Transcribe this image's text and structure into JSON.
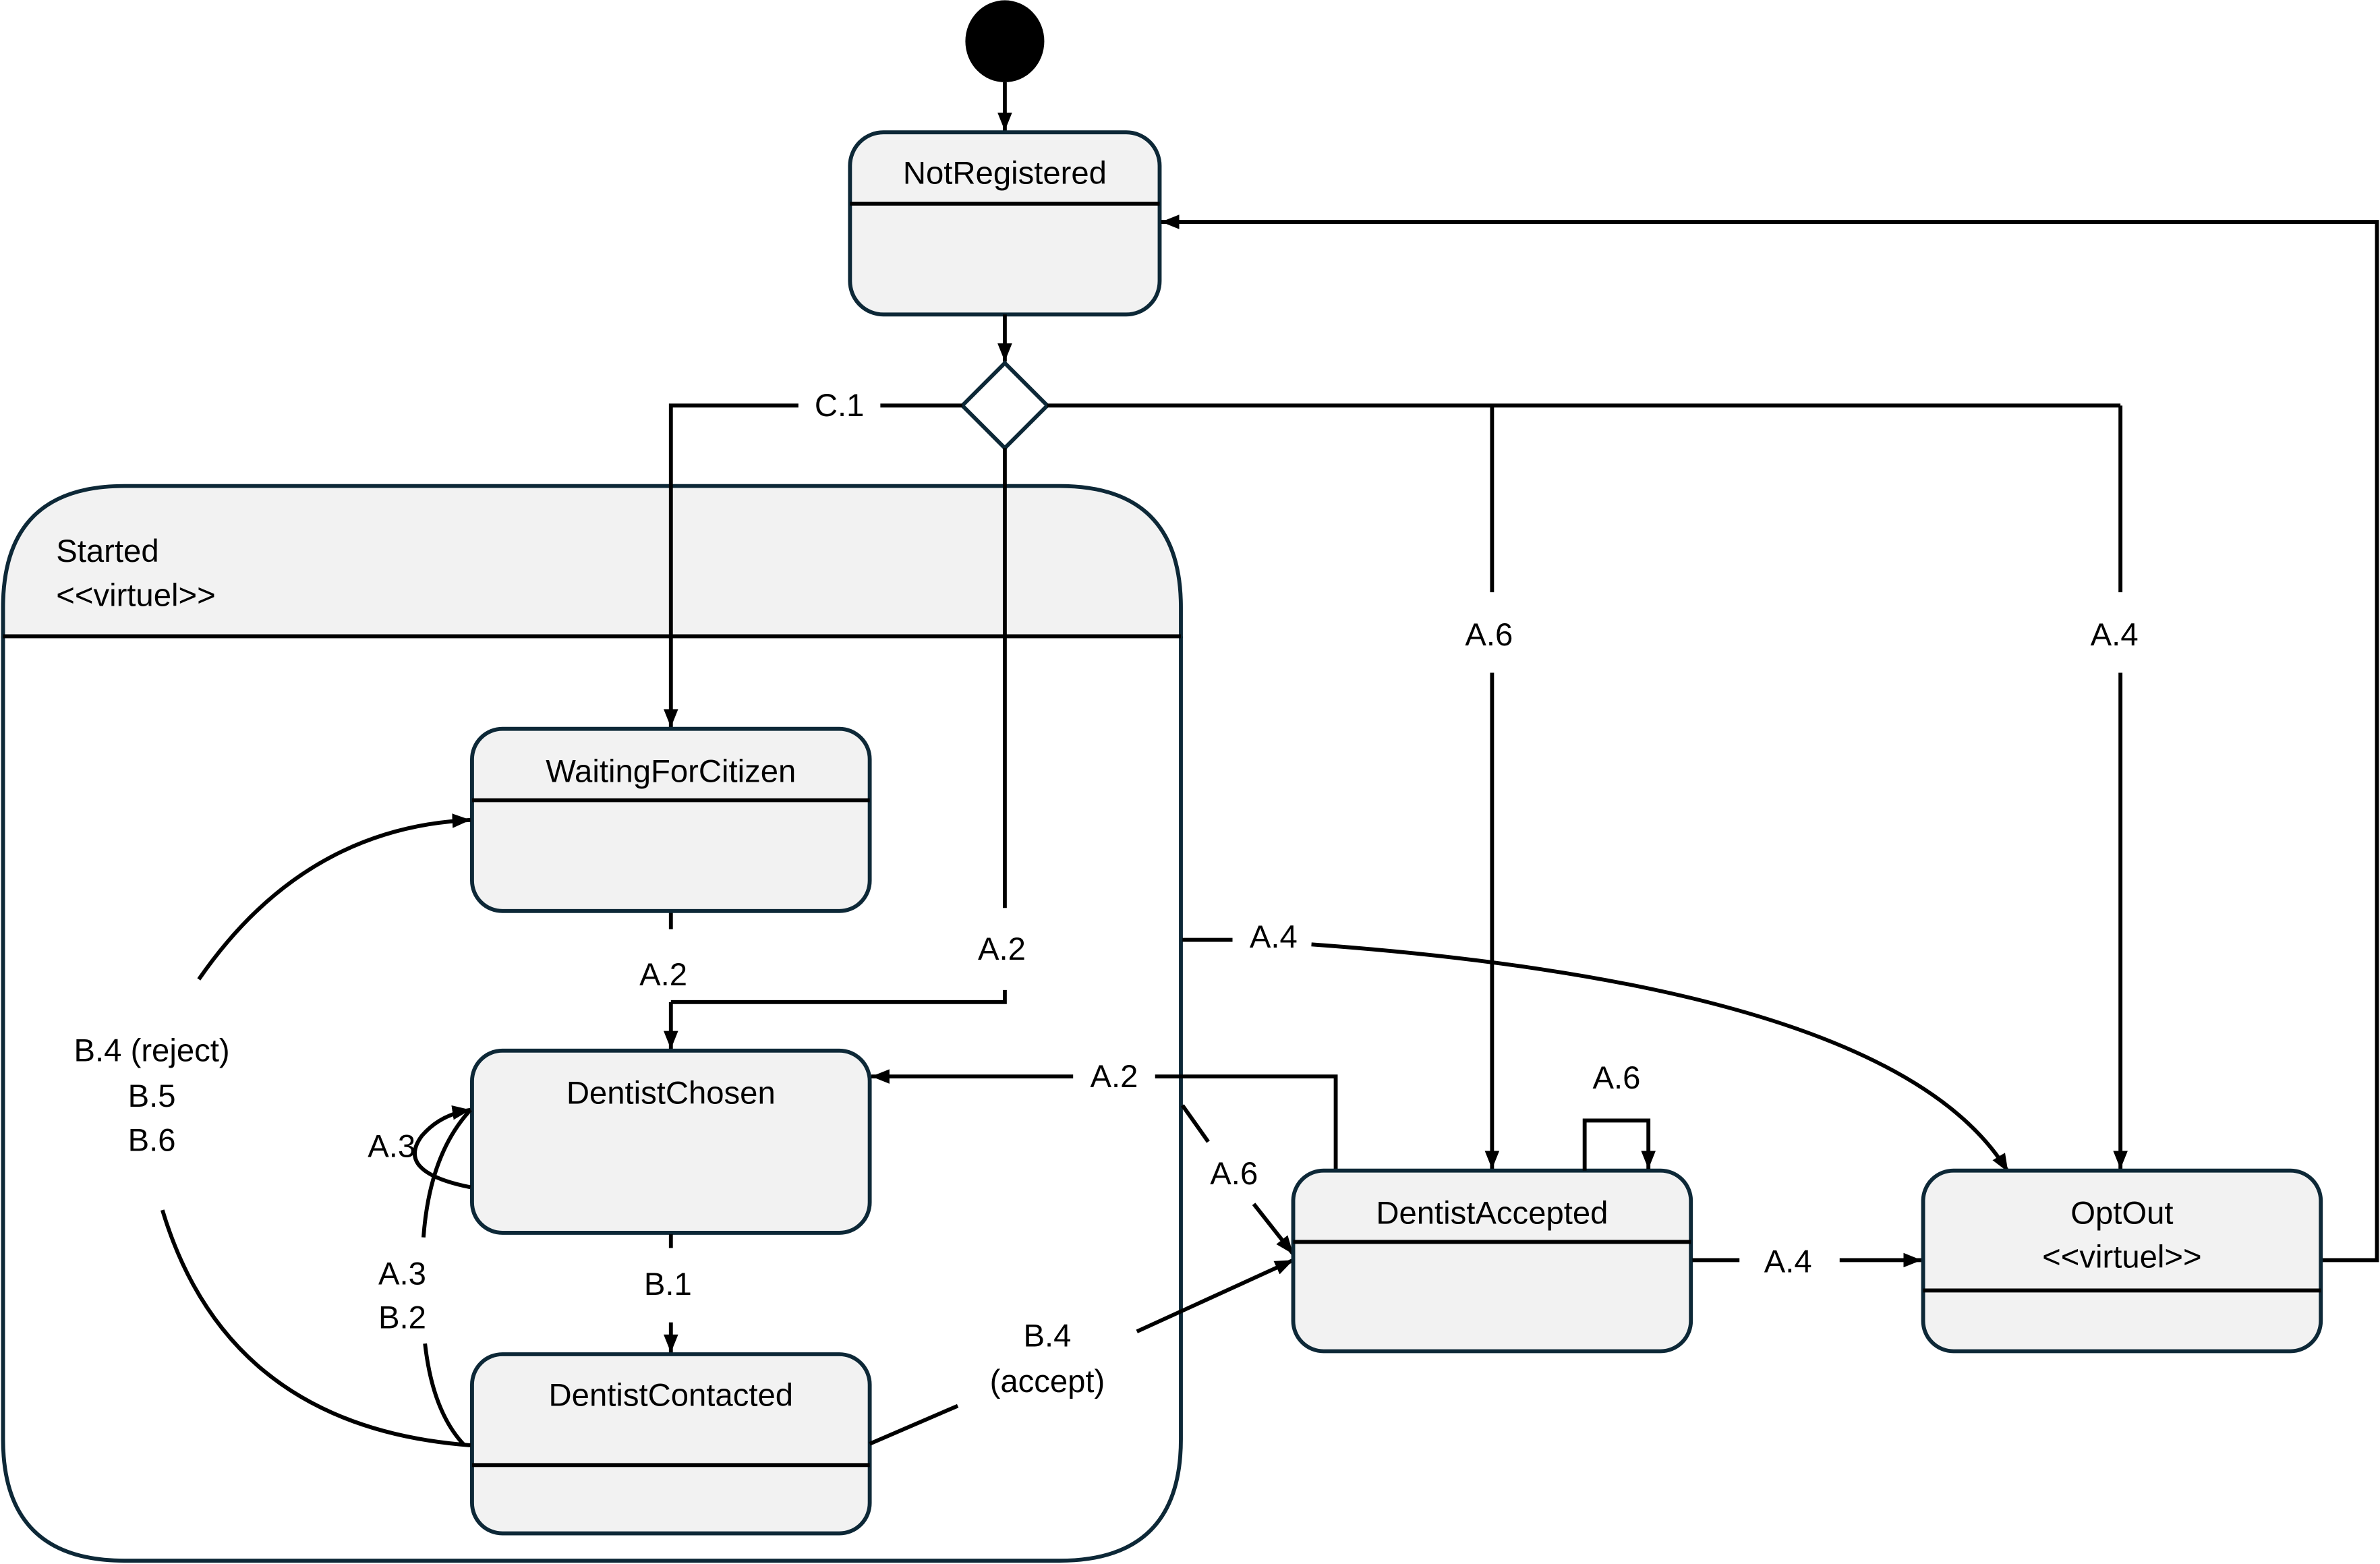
{
  "diagram": {
    "type": "UML state machine",
    "colors": {
      "state_fill": "#f2f2f2",
      "state_stroke": "#0d2837",
      "edge": "#000000"
    },
    "states": {
      "not_registered": {
        "name": "NotRegistered"
      },
      "started": {
        "name": "Started",
        "stereotype": "<<virtuel>>"
      },
      "waiting_for_citizen": {
        "name": "WaitingForCitizen"
      },
      "dentist_chosen": {
        "name": "DentistChosen"
      },
      "dentist_contacted": {
        "name": "DentistContacted"
      },
      "dentist_accepted": {
        "name": "DentistAccepted"
      },
      "opt_out": {
        "name": "OptOut",
        "stereotype": "<<virtuel>>"
      }
    },
    "transitions": {
      "c1": "C.1",
      "a2_choice": "A.2",
      "a6_choice": "A.6",
      "a4_choice": "A.4",
      "a2_waiting": "A.2",
      "a4_started": "A.4",
      "a2_accepted": "A.2",
      "a6_started": "A.6",
      "a6_self": "A.6",
      "a4_accepted": "A.4",
      "b4_reject": [
        "B.4 (reject)",
        "B.5",
        "B.6"
      ],
      "a3_self": "A.3",
      "a3_b2": [
        "A.3",
        "B.2"
      ],
      "b1": "B.1",
      "b4_accept": [
        "B.4",
        "(accept)"
      ]
    }
  }
}
